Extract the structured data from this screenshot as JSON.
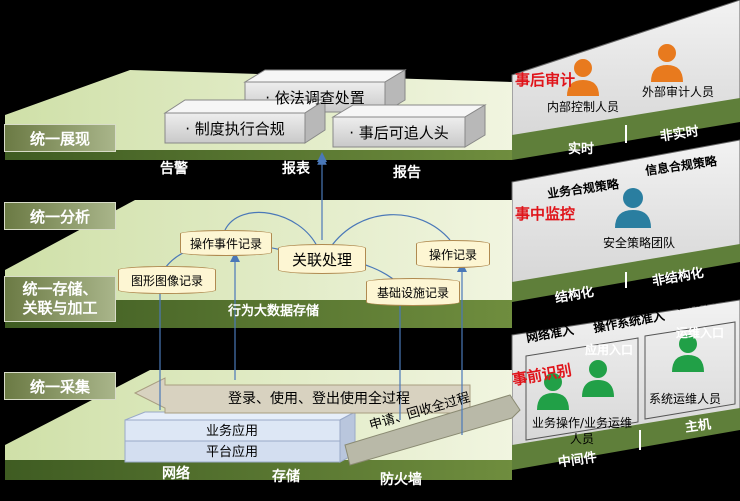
{
  "layers": {
    "display": "统一展现",
    "analysis": "统一分析",
    "storage_line1": "统一存储、",
    "storage_line2": "关联与加工",
    "collection": "统一采集"
  },
  "display_layer": {
    "box_top": "· 依法调查处置",
    "box_left": "· 制度执行合规",
    "box_right": "· 事后可追人头",
    "bottom_labels": [
      "告警",
      "报表",
      "报告"
    ]
  },
  "analysis_layer": {
    "center": "关联处理",
    "records": [
      "操作事件记录",
      "图形图像记录",
      "操作记录",
      "基础设施记录"
    ],
    "platform_label": "行为大数据存储"
  },
  "collection_layer": {
    "arrow_text": "登录、使用、登出使用全过程",
    "arrow2_text": "申请、回收全过程",
    "stack_top": "业务应用",
    "stack_bottom": "平台应用",
    "bottom_labels": [
      "网络",
      "存储",
      "防火墙"
    ]
  },
  "right_panel": {
    "audit_title": "事后审计",
    "audit_people": [
      "内部控制人员",
      "外部审计人员"
    ],
    "audit_tabs": [
      "实时",
      "非实时"
    ],
    "monitor_title": "事中监控",
    "policy_left": "业务合规策略",
    "policy_right": "信息合规策略",
    "monitor_person": "安全策略团队",
    "monitor_tabs": [
      "结构化",
      "非结构化"
    ],
    "identify_title": "事前识别",
    "access_labels": [
      "网络准入",
      "操作系统准入",
      "应用准入"
    ],
    "sub_box_app": "应用入口",
    "sub_box_ops": "运维入口",
    "person_business": "业务操作/业务运维人员",
    "person_ops": "系统运维人员",
    "bottom_tabs": [
      "中间件",
      "主机"
    ]
  },
  "colors": {
    "plate_green": "#dfe9c3",
    "plate_edge": "#5f7f3a",
    "label_bg": "#7a8850",
    "accent_red": "#e0141a",
    "person_orange": "#e87a1e",
    "person_teal": "#2a7ea0",
    "person_green": "#21a047"
  }
}
